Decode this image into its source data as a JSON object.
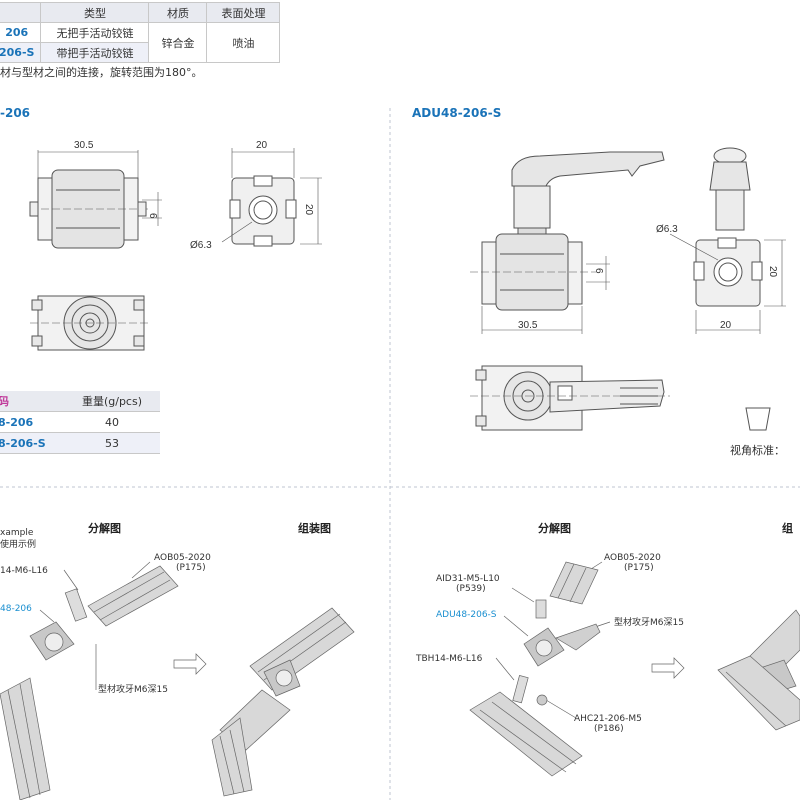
{
  "spec_table": {
    "headers": [
      "",
      "类型",
      "材质",
      "表面处理"
    ],
    "rows": [
      {
        "code": "206",
        "type": "无把手活动铰链"
      },
      {
        "code": "206-S",
        "type": "带把手活动铰链"
      }
    ],
    "material": "锌合金",
    "finish": "喷油"
  },
  "note": "材与型材之间的连接，旋转范围为180°。",
  "left_drawing": {
    "title": "-206",
    "dims": {
      "width": "30.5",
      "slot": "6",
      "side": "20",
      "height": "20",
      "hole": "Ø6.3"
    }
  },
  "right_drawing": {
    "title": "ADU48-206-S",
    "dims": {
      "hole": "Ø6.3",
      "slot": "6",
      "height": "20",
      "width": "30.5",
      "side": "20"
    },
    "view_label": "视角标准："
  },
  "weight_table": {
    "headers": [
      "码",
      "重量(g/pcs)"
    ],
    "rows": [
      {
        "code": "8-206",
        "weight": "40"
      },
      {
        "code": "8-206-S",
        "weight": "53"
      }
    ]
  },
  "bottom_left": {
    "example_line1": "xample",
    "example_line2": "使用示例",
    "exploded_title": "分解图",
    "assembly_title": "组装图",
    "labels": {
      "bolt": "14-M6-L16",
      "part": "48-206",
      "aob": "AOB05-2020",
      "aob_page": "(P175)",
      "tap": "型材攻牙M6深15"
    }
  },
  "bottom_right": {
    "exploded_title": "分解图",
    "assembly_title": "组",
    "labels": {
      "aob": "AOB05-2020",
      "aob_page": "(P175)",
      "aid": "AID31-M5-L10",
      "aid_page": "(P539)",
      "part": "ADU48-206-S",
      "tap": "型材攻牙M6深15",
      "tbh": "TBH14-M6-L16",
      "ahc": "AHC21-206-M5",
      "ahc_page": "(P186)"
    }
  },
  "colors": {
    "accent": "#1a73b8",
    "header_bg": "#e8eaf0",
    "part_grey": "#c9c9c9",
    "line": "#555555"
  }
}
